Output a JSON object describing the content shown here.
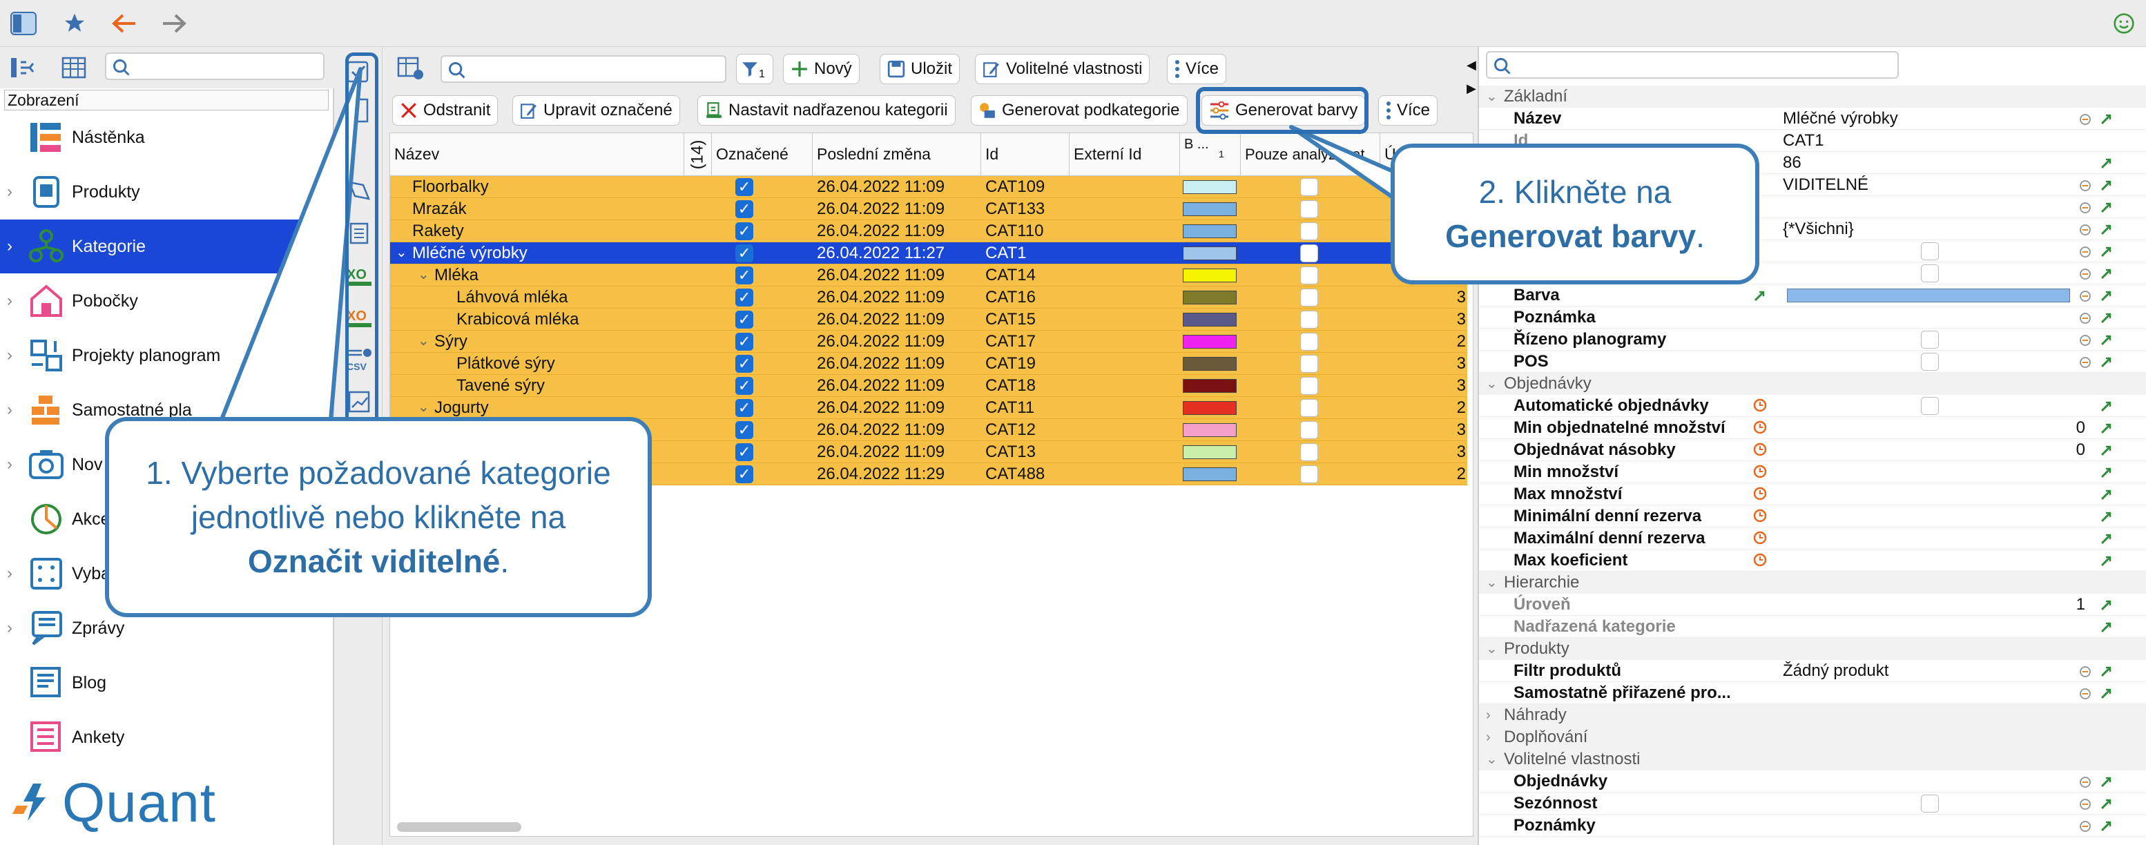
{
  "topbar": {
    "icons": [
      "sidebar-toggle-icon",
      "star-icon",
      "back-arrow-icon",
      "forward-arrow-icon",
      "smiley-icon"
    ]
  },
  "left": {
    "header": "Zobrazení",
    "items": [
      {
        "label": "Nástěnka",
        "icon": "dashboard-icon",
        "chevron": ""
      },
      {
        "label": "Produkty",
        "icon": "product-icon",
        "chevron": "›"
      },
      {
        "label": "Kategorie",
        "icon": "category-icon",
        "chevron": "›",
        "selected": true
      },
      {
        "label": "Pobočky",
        "icon": "store-icon",
        "chevron": "›"
      },
      {
        "label": "Projekty planogram",
        "icon": "planogram-icon",
        "chevron": "›"
      },
      {
        "label": "Samostatné pla",
        "icon": "shelf-icon",
        "chevron": "›"
      },
      {
        "label": "Nov",
        "icon": "camera-icon",
        "chevron": "›"
      },
      {
        "label": "Akce",
        "icon": "promo-icon",
        "chevron": ""
      },
      {
        "label": "Vyba",
        "icon": "grid-icon",
        "chevron": "›"
      },
      {
        "label": "Zprávy",
        "icon": "message-icon",
        "chevron": "›"
      },
      {
        "label": "Blog",
        "icon": "blog-icon",
        "chevron": ""
      },
      {
        "label": "Ankety",
        "icon": "survey-icon",
        "chevron": ""
      }
    ],
    "logo": "Quant"
  },
  "toolbar1": {
    "new": "Nový",
    "save": "Uložit",
    "custom_props": "Volitelné vlastnosti",
    "more": "Více",
    "filter_count": "1"
  },
  "toolbar2": {
    "delete": "Odstranit",
    "edit_marked": "Upravit označené",
    "set_parent": "Nastavit nadřazenou kategorii",
    "gen_sub": "Generovat podkategorie",
    "gen_colors": "Generovat barvy",
    "more": "Více"
  },
  "grid": {
    "headers": {
      "name": "Název",
      "count": "(14)",
      "marked": "Označené",
      "last_change": "Poslední změna",
      "id": "Id",
      "ext_id": "Externí Id",
      "color": "B ...",
      "color_sort": "1",
      "analyze": "Pouze analyzovat",
      "level": "Úr"
    },
    "rows": [
      {
        "name": "Floorbalky",
        "indent": 0,
        "tri": "",
        "date": "26.04.2022 11:09",
        "id": "CAT109",
        "color": "#c8f0f0",
        "level": ""
      },
      {
        "name": "Mrazák",
        "indent": 0,
        "tri": "",
        "date": "26.04.2022 11:09",
        "id": "CAT133",
        "color": "#7ab0e0",
        "level": ""
      },
      {
        "name": "Rakety",
        "indent": 0,
        "tri": "",
        "date": "26.04.2022 11:09",
        "id": "CAT110",
        "color": "#7ab0e0",
        "level": ""
      },
      {
        "name": "Mléčné výrobky",
        "indent": 0,
        "tri": "⌄",
        "date": "26.04.2022 11:27",
        "id": "CAT1",
        "color": "#9ec4ea",
        "level": "",
        "selected": true
      },
      {
        "name": "Mléka",
        "indent": 1,
        "tri": "⌄",
        "date": "26.04.2022 11:09",
        "id": "CAT14",
        "color": "#f5f500",
        "level": ""
      },
      {
        "name": "Láhvová mléka",
        "indent": 2,
        "tri": "",
        "date": "26.04.2022 11:09",
        "id": "CAT16",
        "color": "#7f7a2a",
        "level": "3"
      },
      {
        "name": "Krabicová mléka",
        "indent": 2,
        "tri": "",
        "date": "26.04.2022 11:09",
        "id": "CAT15",
        "color": "#5a5a8a",
        "level": "3"
      },
      {
        "name": "Sýry",
        "indent": 1,
        "tri": "⌄",
        "date": "26.04.2022 11:09",
        "id": "CAT17",
        "color": "#ee22ee",
        "level": "2"
      },
      {
        "name": "Plátkové sýry",
        "indent": 2,
        "tri": "",
        "date": "26.04.2022 11:09",
        "id": "CAT19",
        "color": "#6a5a3a",
        "level": "3"
      },
      {
        "name": "Tavené sýry",
        "indent": 2,
        "tri": "",
        "date": "26.04.2022 11:09",
        "id": "CAT18",
        "color": "#7a1010",
        "level": "3"
      },
      {
        "name": "Jogurty",
        "indent": 1,
        "tri": "⌄",
        "date": "26.04.2022 11:09",
        "id": "CAT11",
        "color": "#e43020",
        "level": "2"
      },
      {
        "name": "",
        "indent": 2,
        "tri": "",
        "date": "26.04.2022 11:09",
        "id": "CAT12",
        "color": "#f4a0c8",
        "level": "3"
      },
      {
        "name": "",
        "indent": 2,
        "tri": "",
        "date": "26.04.2022 11:09",
        "id": "CAT13",
        "color": "#c8f0a8",
        "level": "3"
      },
      {
        "name": "",
        "indent": 1,
        "tri": "",
        "date": "26.04.2022 11:29",
        "id": "CAT488",
        "color": "#7ab0e0",
        "level": "2"
      }
    ]
  },
  "props": [
    {
      "type": "group",
      "name": "Základní"
    },
    {
      "type": "prop",
      "name": "Název",
      "value": "Mléčné výrobky",
      "icons": 2
    },
    {
      "type": "prop",
      "name": "Id",
      "value": "CAT1",
      "dim": true,
      "icons": 0
    },
    {
      "type": "prop",
      "name": "",
      "value": "86",
      "icons": 1
    },
    {
      "type": "prop",
      "name": "",
      "value": "VIDITELNÉ",
      "icons": 2
    },
    {
      "type": "prop",
      "name": "",
      "value": "",
      "icons": 2
    },
    {
      "type": "prop",
      "name": "",
      "value": "{*Všichni}",
      "icons": 2
    },
    {
      "type": "prop",
      "name": "",
      "value": "",
      "checkbox": true,
      "icons": 2
    },
    {
      "type": "prop",
      "name": "",
      "value": "",
      "checkbox": true,
      "icons": 2
    },
    {
      "type": "prop",
      "name": "Barva",
      "value": "",
      "colorbar": "#8ab8e8",
      "icons": 2
    },
    {
      "type": "prop",
      "name": "Poznámka",
      "value": "",
      "icons": 2
    },
    {
      "type": "prop",
      "name": "Řízeno planogramy",
      "value": "",
      "checkbox": true,
      "icons": 2
    },
    {
      "type": "prop",
      "name": "POS",
      "value": "",
      "checkbox": true,
      "icons": 2
    },
    {
      "type": "group",
      "name": "Objednávky"
    },
    {
      "type": "prop",
      "name": "Automatické objednávky",
      "value": "",
      "checkbox": true,
      "icons": 1,
      "orange": true
    },
    {
      "type": "prop",
      "name": "Min objednatelné množství",
      "num": "0",
      "icons": 1,
      "orange": true
    },
    {
      "type": "prop",
      "name": "Objednávat násobky",
      "num": "0",
      "icons": 1,
      "orange": true
    },
    {
      "type": "prop",
      "name": "Min množství",
      "icons": 1,
      "orange": true
    },
    {
      "type": "prop",
      "name": "Max množství",
      "icons": 1,
      "orange": true
    },
    {
      "type": "prop",
      "name": "Minimální denní rezerva",
      "icons": 1,
      "orange": true
    },
    {
      "type": "prop",
      "name": "Maximální denní rezerva",
      "icons": 1,
      "orange": true
    },
    {
      "type": "prop",
      "name": "Max koeficient",
      "icons": 1,
      "orange": true
    },
    {
      "type": "group",
      "name": "Hierarchie"
    },
    {
      "type": "prop",
      "name": "Úroveň",
      "num": "1",
      "dim": true,
      "icons": 1
    },
    {
      "type": "prop",
      "name": "Nadřazená kategorie",
      "dim": true,
      "icons": 1
    },
    {
      "type": "group",
      "name": "Produkty"
    },
    {
      "type": "prop",
      "name": "Filtr produktů",
      "value": "Žádný produkt",
      "icons": 2
    },
    {
      "type": "prop",
      "name": "Samostatně přiřazené pro...",
      "icons": 2
    },
    {
      "type": "group",
      "name": "Náhrady",
      "collapsed": true
    },
    {
      "type": "group",
      "name": "Doplňování",
      "collapsed": true
    },
    {
      "type": "group",
      "name": "Volitelné vlastnosti"
    },
    {
      "type": "prop",
      "name": "Objednávky",
      "icons": 2
    },
    {
      "type": "prop",
      "name": "Sezónnost",
      "checkbox": true,
      "icons": 2
    },
    {
      "type": "prop",
      "name": "Poznámky",
      "icons": 2
    }
  ],
  "callout1": {
    "pre": "1. Vyberte požadované kategorie jednotlivě nebo klikněte na ",
    "bold": "Označit viditelné",
    "post": "."
  },
  "callout2": {
    "pre": "2. Klikněte na ",
    "bold": "Generovat barvy",
    "post": "."
  }
}
